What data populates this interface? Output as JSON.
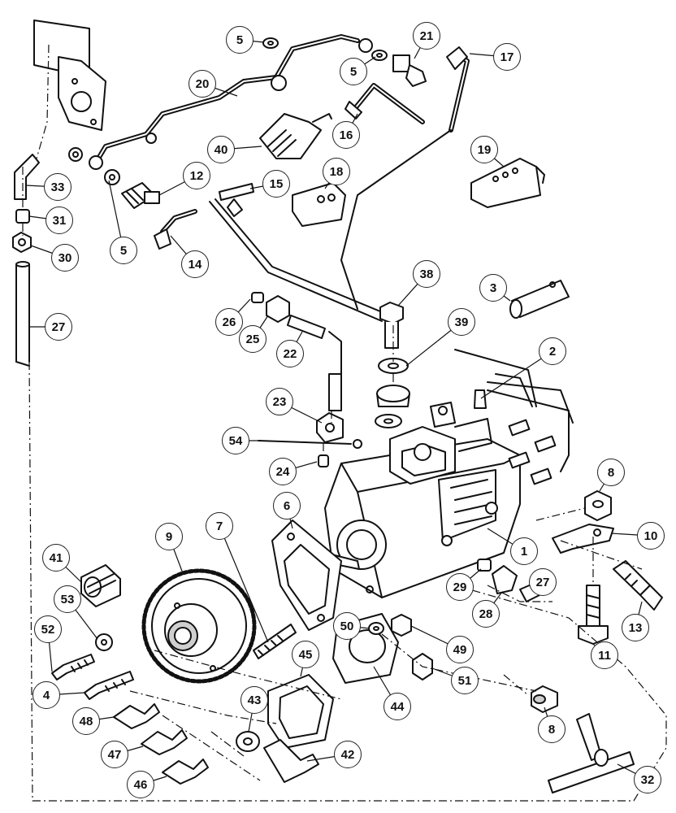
{
  "diagram": {
    "colors": {
      "ink": "#111111",
      "part_fill": "#ffffff",
      "shade": "#cfcfcf"
    },
    "callouts": [
      "1",
      "2",
      "3",
      "4",
      "5",
      "5",
      "5",
      "6",
      "7",
      "8",
      "8",
      "9",
      "10",
      "11",
      "12",
      "13",
      "14",
      "15",
      "16",
      "17",
      "18",
      "19",
      "20",
      "21",
      "22",
      "23",
      "24",
      "25",
      "26",
      "27",
      "27",
      "28",
      "29",
      "30",
      "31",
      "32",
      "33",
      "38",
      "39",
      "40",
      "41",
      "42",
      "43",
      "44",
      "45",
      "46",
      "47",
      "48",
      "49",
      "50",
      "51",
      "52",
      "53",
      "54"
    ]
  }
}
